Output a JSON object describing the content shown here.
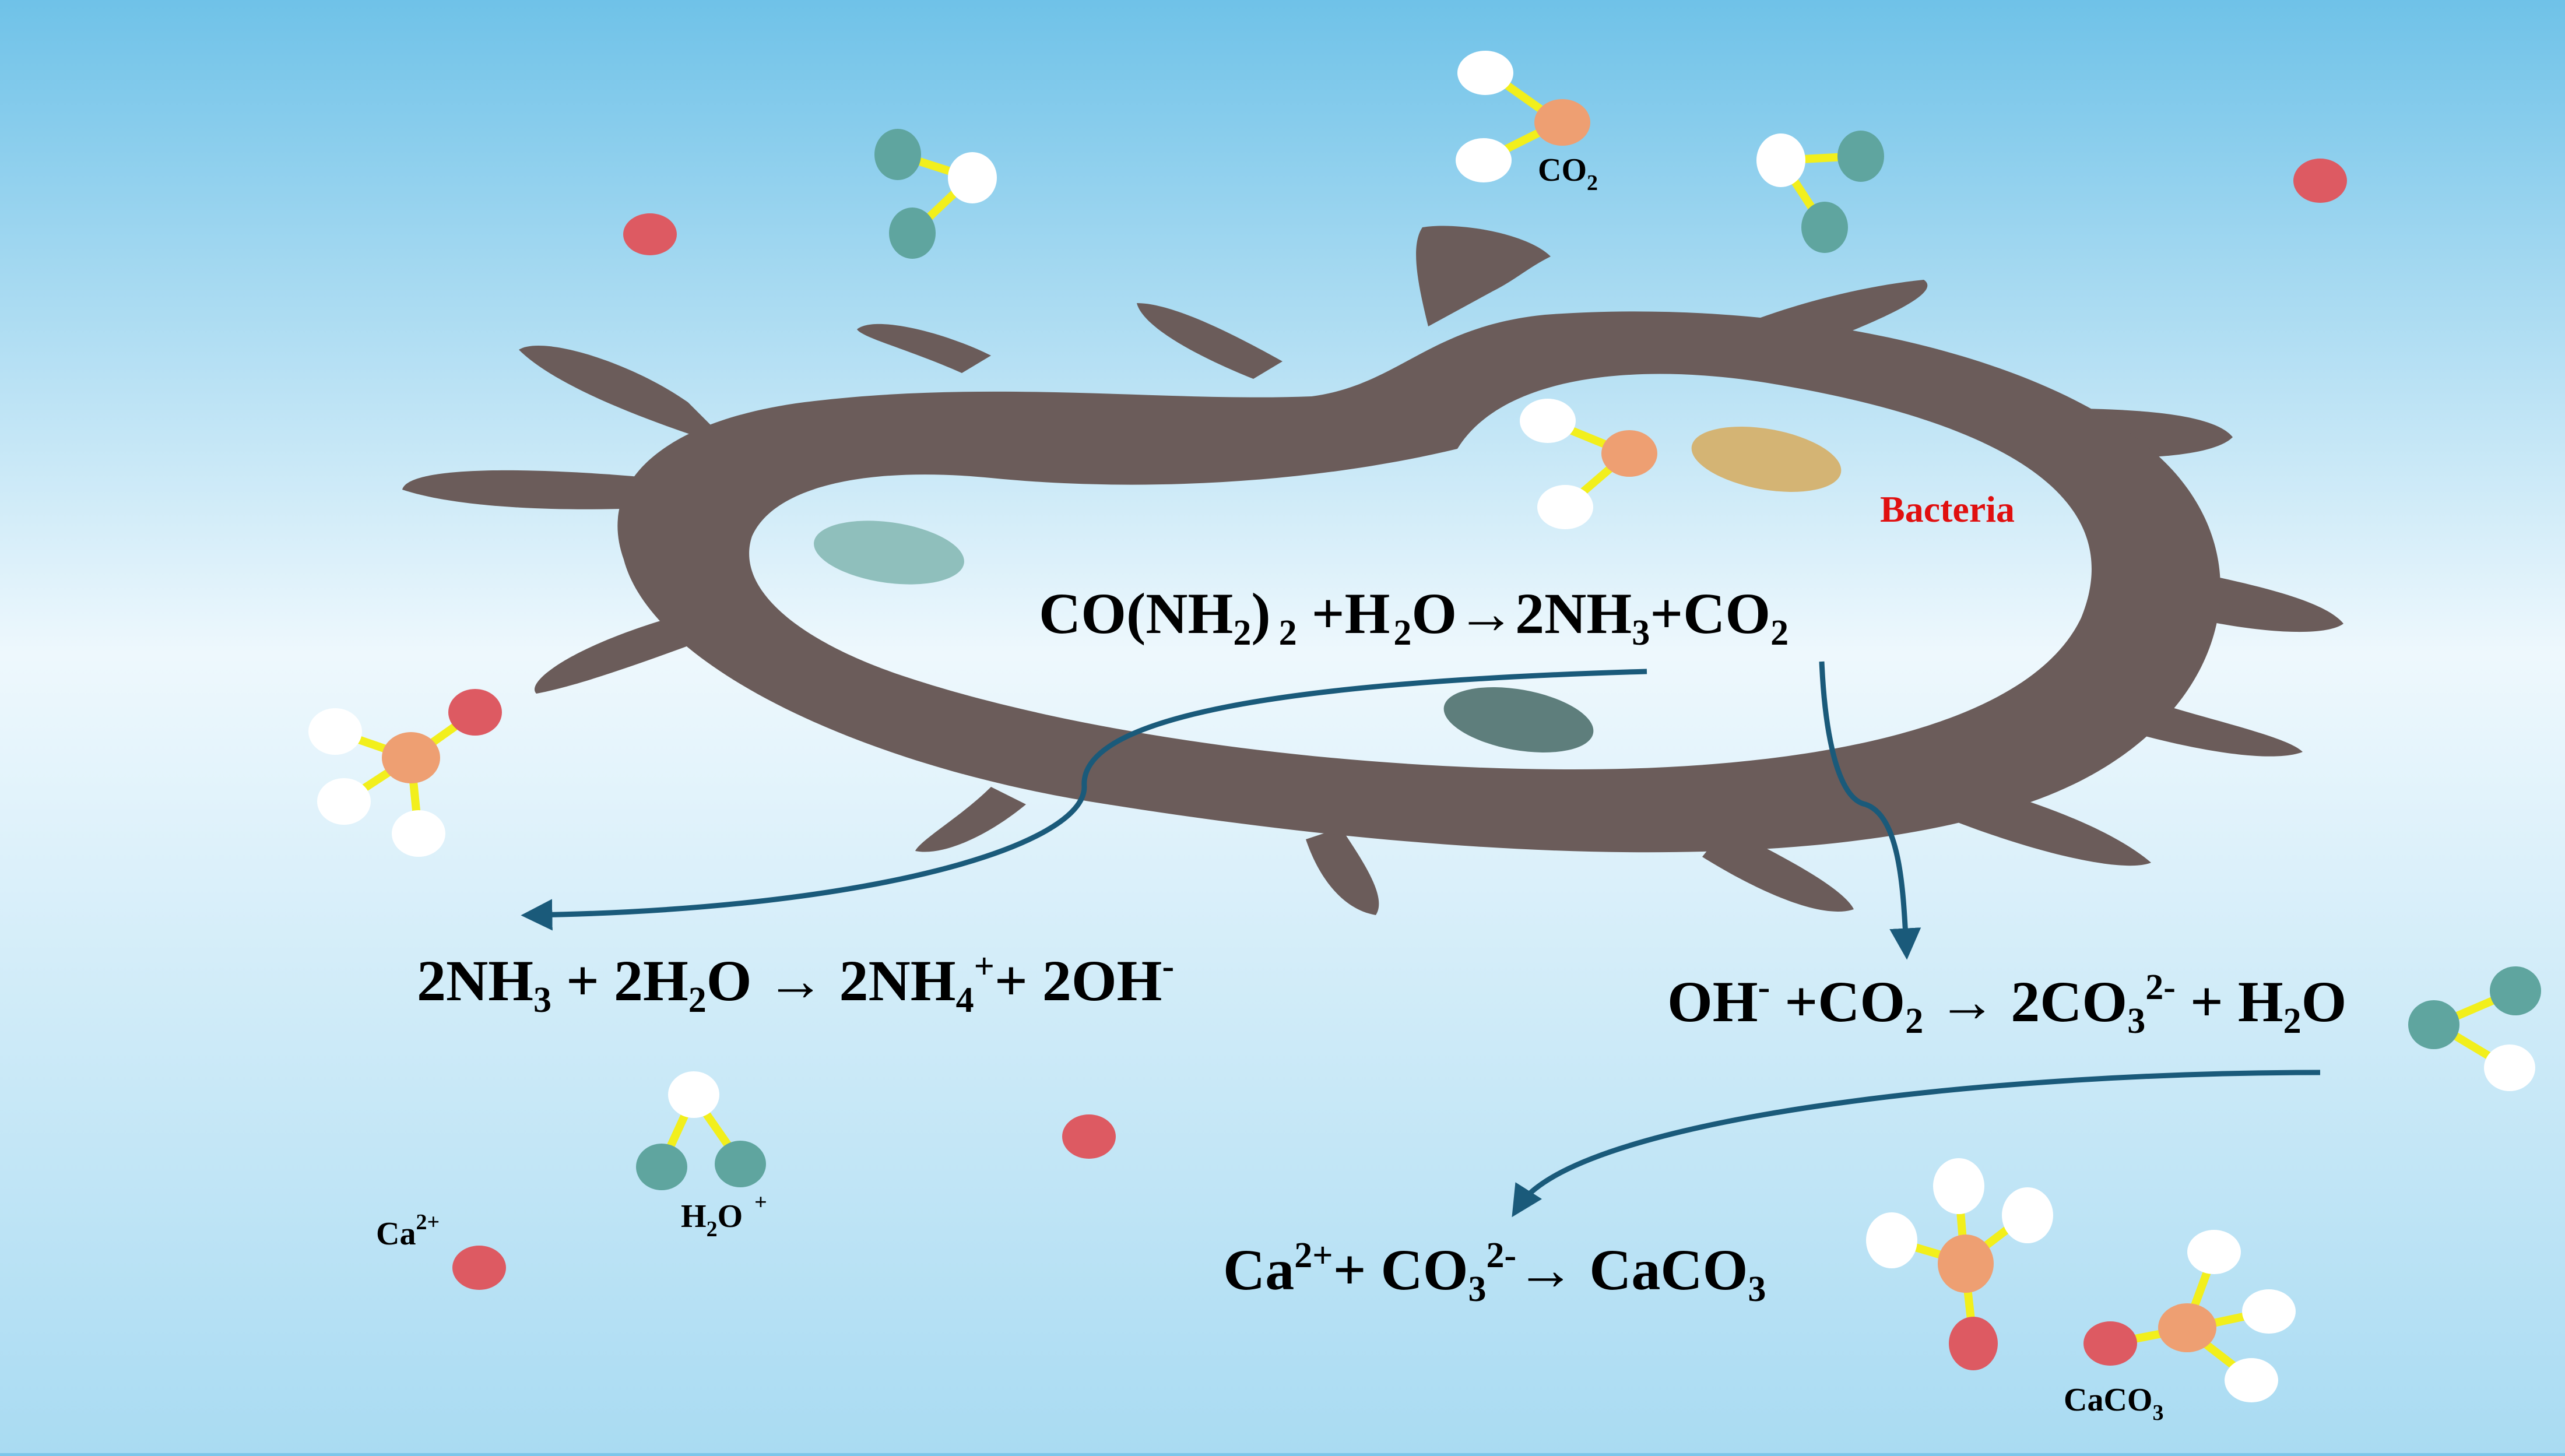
{
  "colors": {
    "background_top": "#6fc2e8",
    "background_mid": "#eef8fd",
    "background_bottom": "#a9dbf2",
    "cell": "#6b5c5a",
    "arrow": "#1a5a7a",
    "bond": "#f2ef1c",
    "oxygen": "#ffffff",
    "carbon": "#ee9f72",
    "hydrogen_teal": "#5fa59f",
    "calcium": "#dd5a62",
    "organelle_light": "#8fbfbc",
    "organelle_dark": "#5e7e7c",
    "organelle_gold": "#d4b474",
    "bacteria_label": "#e01010"
  },
  "labels": {
    "bacteria": "Bacteria",
    "co2_main": "CO",
    "co2_sub": "2",
    "ca_main": "Ca",
    "ca_sup": "2+",
    "h2o_h": "H",
    "h2o_sub": "2",
    "h2o_rest": "O",
    "h2o_plus": "+",
    "caco3_main": "CaCO",
    "caco3_sub": "3"
  },
  "equations": {
    "urea": {
      "p1": "CO(NH",
      "s1": "2",
      "p2": ")",
      "s2": "2",
      "p3": " +H",
      "s3": "2",
      "p4": "O→2NH",
      "s4": "3",
      "p5": "+CO",
      "s5": "2"
    },
    "ammonia": {
      "p1": "2NH",
      "s1": "3",
      "p2": " + 2H",
      "s2": "2",
      "p3": "O → 2NH",
      "s3": "4",
      "sup3": "+",
      "p4": "+ 2OH",
      "sup4": "-"
    },
    "carbonate": {
      "p1": "OH",
      "sup1": "-",
      "p2": " +CO",
      "s2": "2",
      "p3": " → 2CO",
      "s3": "3",
      "sup3": "2-",
      "p4": " + H",
      "s4": "2",
      "p5": "O"
    },
    "calcite": {
      "p1": "Ca",
      "sup1": "2+",
      "p2": "+ CO",
      "s2": "3",
      "sup2": "2-",
      "p3": "→ CaCO",
      "s3": "3"
    }
  }
}
